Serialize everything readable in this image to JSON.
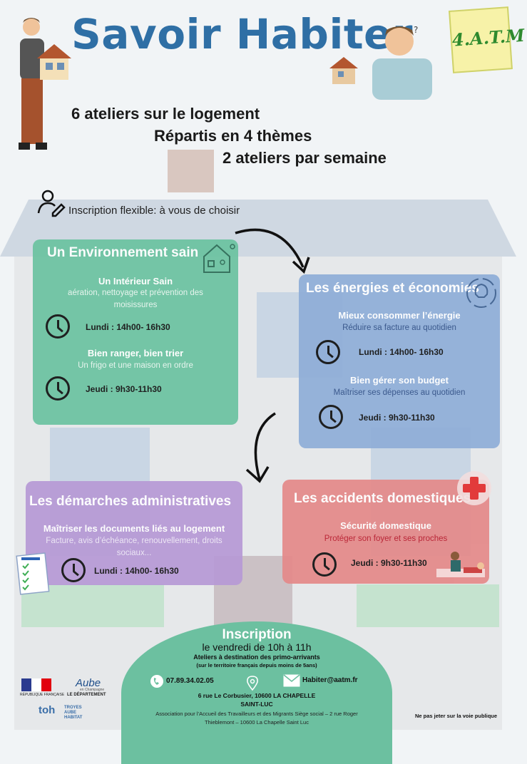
{
  "header": {
    "title": "Savoir Habiter",
    "line1": "6 ateliers sur le logement",
    "line2": "Répartis en 4 thèmes",
    "line3": "2 ateliers par semaine",
    "logo_text": "4.A.T.M"
  },
  "inscription_note": "Inscription flexible: à vous de choisir",
  "themes": [
    {
      "title": "Un Environnement sain",
      "color": "#6cc3a1",
      "workshops": [
        {
          "title": "Un Intérieur Sain",
          "desc": "aération, nettoyage et prévention des moisissures",
          "schedule": "Lundi : 14h00- 16h30"
        },
        {
          "title": "Bien ranger, bien trier",
          "desc": "Un frigo et une maison en ordre",
          "schedule": "Jeudi  : 9h30-11h30"
        }
      ]
    },
    {
      "title": "Les énergies et économies",
      "color": "#8faed8",
      "workshops": [
        {
          "title": "Mieux consommer l’énergie",
          "desc": "Réduire sa facture au quotidien",
          "schedule": "Lundi : 14h00- 16h30"
        },
        {
          "title": "Bien gérer son budget",
          "desc": "Maîtriser ses dépenses au quotidien",
          "schedule": "Jeudi : 9h30-11h30"
        }
      ]
    },
    {
      "title": "Les démarches administratives",
      "color": "#b79ad6",
      "workshops": [
        {
          "title": "Maîtriser les documents liés au logement",
          "desc": "Facture, avis d’échéance, renouvellement, droits sociaux...",
          "schedule": "Lundi : 14h00- 16h30"
        }
      ]
    },
    {
      "title": "Les accidents domestiques",
      "color": "#e48a8a",
      "workshops": [
        {
          "title": "Sécurité domestique",
          "desc": "Protéger son foyer et ses proches",
          "schedule": "Jeudi : 9h30-11h30"
        }
      ]
    }
  ],
  "footer": {
    "heading": "Inscription",
    "when": "le vendredi de 10h à 11h",
    "audience": "Ateliers à destination des primo-arrivants",
    "audience_note": "(sur le territoire français depuis moins de 5ans)",
    "phone": "07.89.34.02.05",
    "email": "Habiter@aatm.fr",
    "address_1": "6 rue Le Corbusier, 10600 LA CHAPELLE",
    "address_2": "SAINT-LUC",
    "assoc_1": "Association pour l’Accueil des Travailleurs et des Migrants  Siège social – 2 rue Roger",
    "assoc_2": "Thieblemont – 10600 La Chapelle Saint Luc",
    "disclaimer": "Ne pas jeter sur la voie publique"
  },
  "partners": {
    "republique": "RÉPUBLIQUE FRANÇAISE",
    "aube_1": "Aube",
    "aube_2": "en Champagne",
    "aube_3": "LE DÉPARTEMENT",
    "toh_logo": "toh",
    "troyes_1": "TROYES",
    "troyes_2": "AUBE",
    "troyes_3": "HABITAT"
  }
}
